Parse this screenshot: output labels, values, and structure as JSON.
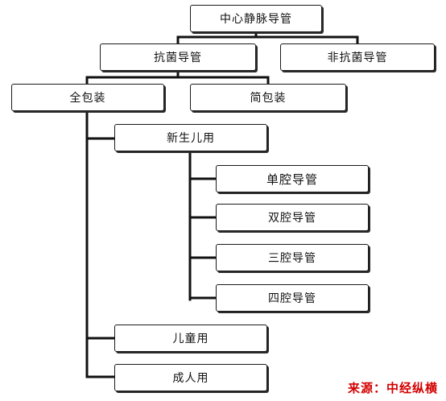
{
  "nodes": {
    "root": "中心静脉导管",
    "antibacterial": "抗菌导管",
    "non_antibacterial": "非抗菌导管",
    "full_package": "全包装",
    "simple_package": "简包装",
    "neonatal": "新生儿用",
    "single_lumen": "单腔导管",
    "double_lumen": "双腔导管",
    "triple_lumen": "三腔导管",
    "quad_lumen": "四腔导管",
    "pediatric": "儿童用",
    "adult": "成人用"
  },
  "source": {
    "label": "来源：",
    "name": "中经纵横"
  },
  "colors": {
    "line": "#111111",
    "source_text": "#d40000"
  }
}
